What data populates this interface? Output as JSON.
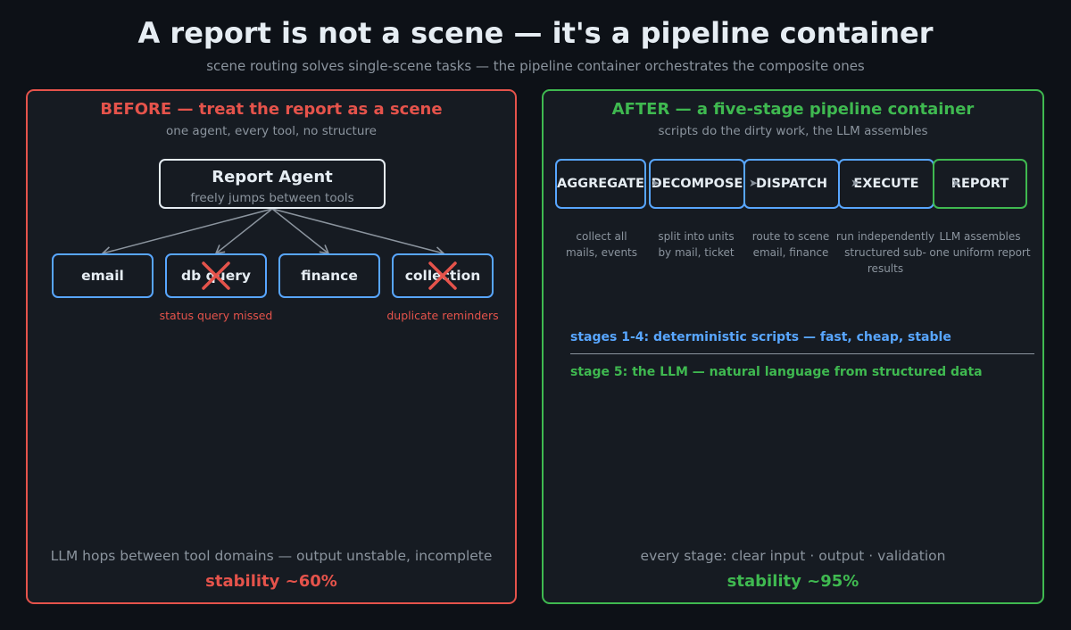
{
  "header": {
    "title": "A report is not a scene — it's a pipeline container",
    "subtitle": "scene routing solves single-scene tasks — the pipeline container orchestrates the composite ones"
  },
  "before": {
    "heading": "BEFORE — treat the report as a scene",
    "subheading": "one agent, every tool, no structure",
    "agent_title": "Report Agent",
    "agent_sub": "freely jumps between tools",
    "tools": [
      {
        "label": "email",
        "failed": false,
        "note": ""
      },
      {
        "label": "db query",
        "failed": true,
        "note": "status query missed"
      },
      {
        "label": "finance",
        "failed": false,
        "note": ""
      },
      {
        "label": "collection",
        "failed": true,
        "note": "duplicate reminders"
      }
    ],
    "footer": "LLM hops between tool domains — output unstable, incomplete",
    "stability": "stability ~60%",
    "colors": {
      "accent": "#e5534b",
      "tool_border": "#58a6ff"
    }
  },
  "after": {
    "heading": "AFTER — a five-stage pipeline container",
    "subheading": "scripts do the dirty work, the LLM assembles",
    "stages": [
      {
        "label": "AGGREGATE",
        "desc_1": "collect all",
        "desc_2": "mails, events"
      },
      {
        "label": "DECOMPOSE",
        "desc_1": "split into units",
        "desc_2": "by mail, ticket"
      },
      {
        "label": "DISPATCH",
        "desc_1": "route to scene",
        "desc_2": "email, finance"
      },
      {
        "label": "EXECUTE",
        "desc_1": "run independently",
        "desc_2": "structured sub-results"
      },
      {
        "label": "REPORT",
        "desc_1": "LLM assembles",
        "desc_2": "one uniform report"
      }
    ],
    "note_scripts": "stages 1-4: deterministic scripts — fast, cheap, stable",
    "note_llm": "stage 5: the LLM — natural language from structured data",
    "footer": "every stage: clear input · output · validation",
    "stability": "stability ~95%",
    "colors": {
      "accent": "#3fb950",
      "script_stage": "#58a6ff",
      "llm_stage": "#3fb950"
    }
  }
}
